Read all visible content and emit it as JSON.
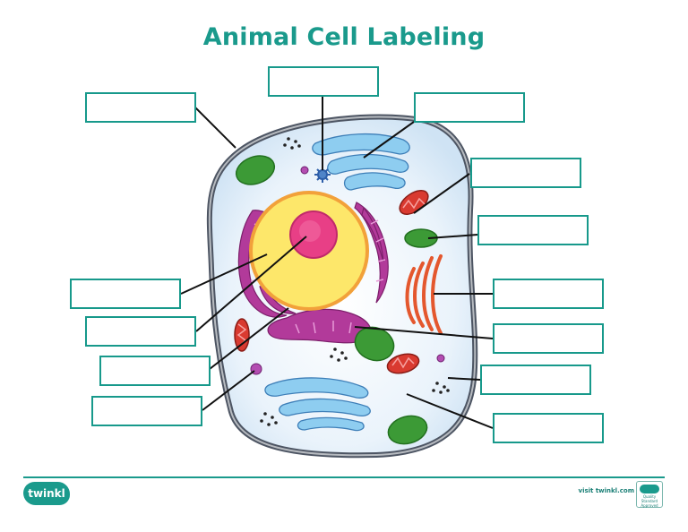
{
  "title": "Animal Cell Labeling",
  "footer": {
    "logo_text": "twinkl",
    "visit_text": "visit twinkl.com",
    "badge_title": "twinkl",
    "badge_text": "Quality Standard Approved"
  },
  "colors": {
    "accent": "#1a9a8c",
    "cytoplasm": "#e8f2fb",
    "nucleus": "#fde76a",
    "nucleolus": "#e83f86",
    "golgi": "#8ecdf0",
    "er": "#b23a9a",
    "mitochondria": "#d93a30",
    "vacuole": "#3c9a36"
  },
  "label_boxes": [
    {
      "id": "top-left",
      "text": ""
    },
    {
      "id": "top-center",
      "text": ""
    },
    {
      "id": "top-right",
      "text": ""
    },
    {
      "id": "right-1",
      "text": ""
    },
    {
      "id": "right-2",
      "text": ""
    },
    {
      "id": "right-3",
      "text": ""
    },
    {
      "id": "right-4",
      "text": ""
    },
    {
      "id": "right-5",
      "text": ""
    },
    {
      "id": "right-6",
      "text": ""
    },
    {
      "id": "left-1",
      "text": ""
    },
    {
      "id": "left-2",
      "text": ""
    },
    {
      "id": "left-3",
      "text": ""
    },
    {
      "id": "left-4",
      "text": ""
    }
  ]
}
